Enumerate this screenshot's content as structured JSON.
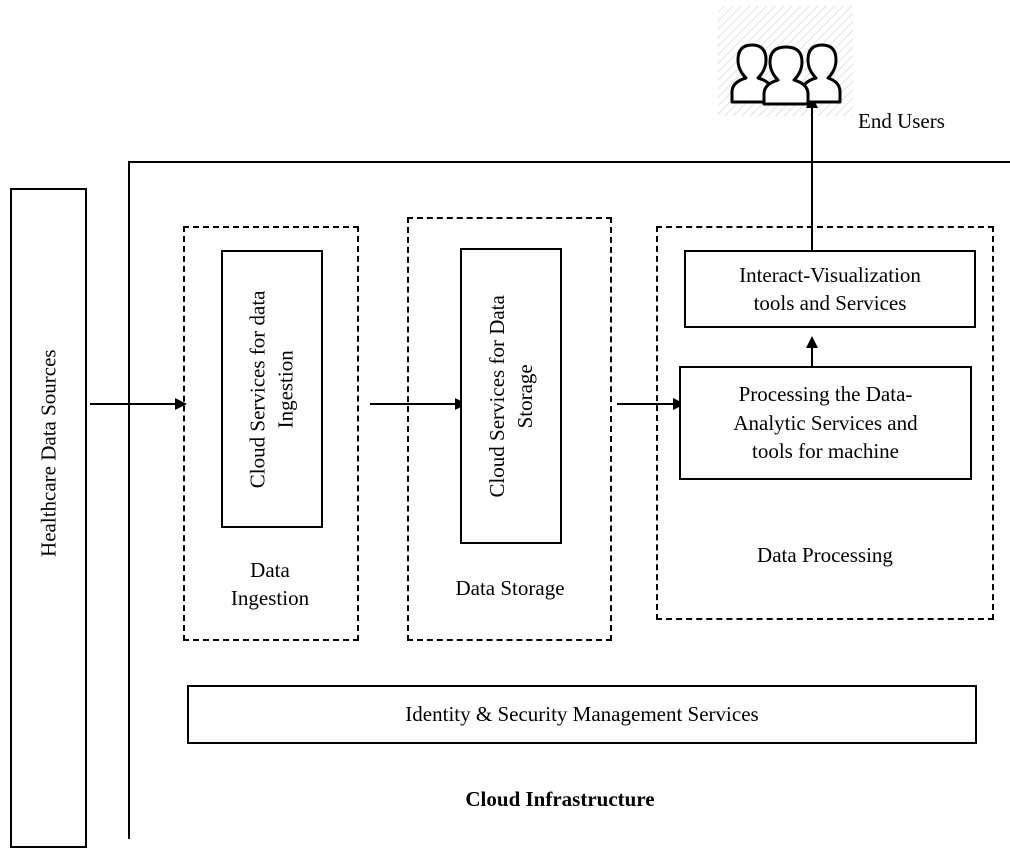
{
  "diagram": {
    "end_users": {
      "label": "End Users",
      "icon": "users-group-icon"
    },
    "healthcare_sources": {
      "label": "Healthcare Data Sources"
    },
    "cloud_infrastructure": {
      "label": "Cloud Infrastructure"
    },
    "ingestion": {
      "service_line1": "Cloud Services for data",
      "service_line2": "Ingestion",
      "label_line1": "Data",
      "label_line2": "Ingestion"
    },
    "storage": {
      "service_line1": "Cloud Services for Data",
      "service_line2": "Storage",
      "label": "Data Storage"
    },
    "processing": {
      "visualization_line1": "Interact-Visualization",
      "visualization_line2": "tools and Services",
      "analytics_line1": "Processing the Data-",
      "analytics_line2": "Analytic Services and",
      "analytics_line3": "tools for machine",
      "label": "Data Processing"
    },
    "security": {
      "label": "Identity & Security Management Services"
    }
  }
}
